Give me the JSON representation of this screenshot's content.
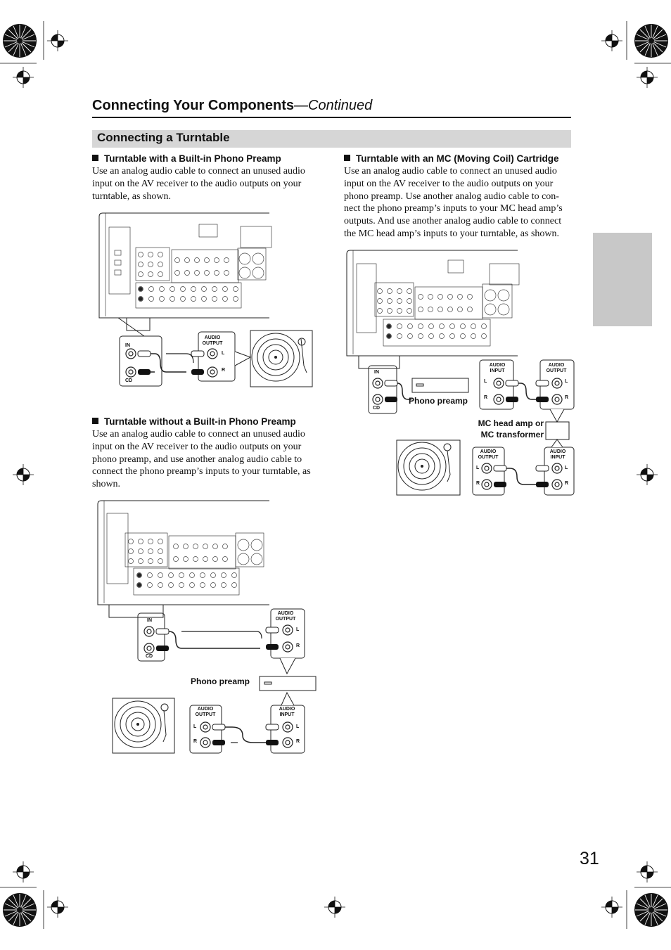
{
  "header": {
    "title": "Connecting Your Components",
    "continued": "—Continued"
  },
  "section_title": "Connecting a Turntable",
  "blocks": {
    "builtin": {
      "heading": "Turntable with a Built-in Phono Preamp",
      "lines": [
        "Use an analog audio cable to connect an unused audio",
        "input on the AV receiver to the audio outputs on your",
        "turntable, as shown."
      ]
    },
    "without": {
      "heading": "Turntable without a Built-in Phono Preamp",
      "lines": [
        "Use an analog audio cable to connect an unused audio",
        "input on the AV receiver to the audio outputs on your",
        "phono preamp, and use another analog audio cable to",
        "connect the phono preamp’s inputs to your turntable, as",
        "shown."
      ]
    },
    "mc": {
      "heading": "Turntable with an MC (Moving Coil) Cartridge",
      "lines": [
        "Use an analog audio cable to connect an unused audio",
        "input on the AV receiver to the audio outputs on your",
        "phono preamp. Use another analog audio cable to con-",
        "nect the phono preamp’s inputs to your MC head amp’s",
        "outputs. And use another analog audio cable to connect",
        "the MC head amp’s inputs to your turntable, as shown."
      ]
    }
  },
  "diagram_labels": {
    "in": "IN",
    "cd": "CD",
    "audio_output": [
      "AUDIO",
      "OUTPUT"
    ],
    "audio_input": [
      "AUDIO",
      "INPUT"
    ],
    "l": "L",
    "r": "R",
    "phono_preamp": "Phono preamp",
    "mc_head_amp": [
      "MC head amp or",
      "MC transformer"
    ]
  },
  "page_number": "31",
  "colors": {
    "section_bar": "#d6d6d6",
    "side_tab": "#c8c8c8",
    "text": "#111111"
  }
}
